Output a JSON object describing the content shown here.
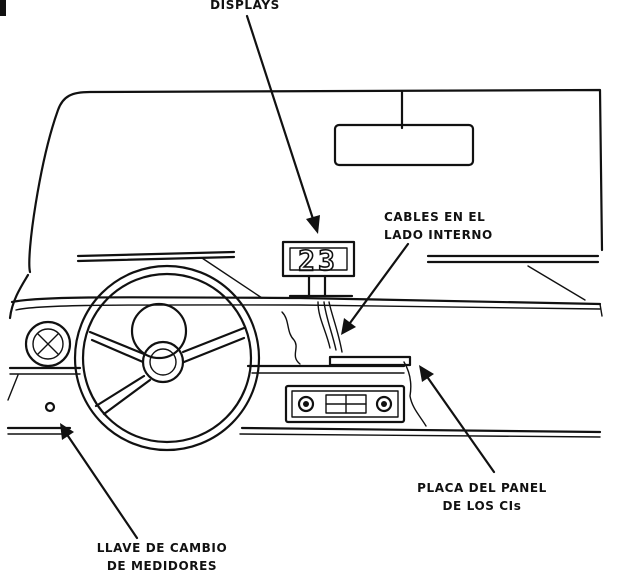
{
  "labels": {
    "displays": "DISPLAYS",
    "cables_line1": "CABLES EN EL",
    "cables_line2": "LADO INTERNO",
    "placa_line1": "PLACA DEL PANEL",
    "placa_line2": "DE LOS CIs",
    "llave_line1": "LLAVE DE CAMBIO",
    "llave_line2": "DE MEDIDORES"
  },
  "display_readout": "23"
}
